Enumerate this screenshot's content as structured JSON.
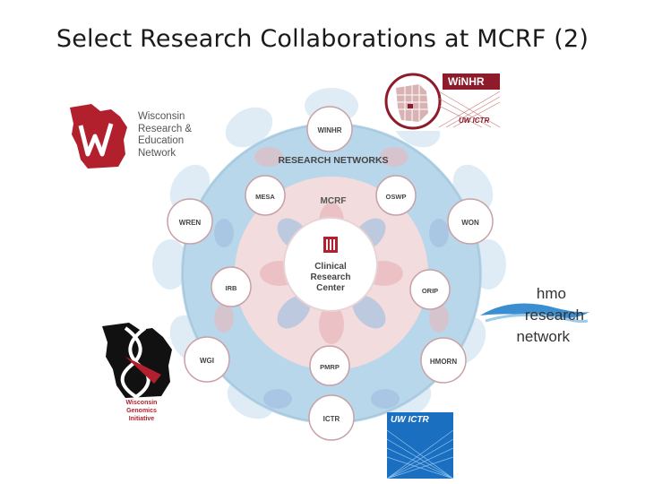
{
  "slide": {
    "title": "Select Research Collaborations at MCRF (2)"
  },
  "diagram": {
    "ring_label": "RESEARCH NETWORKS",
    "inner_label": "MCRF",
    "center_label": [
      "Clinical",
      "Research",
      "Center"
    ],
    "outer_nodes": [
      "WINHR",
      "WON",
      "HMORN",
      "ICTR",
      "WGI",
      "WREN"
    ],
    "inner_nodes": [
      "OSWP",
      "ORIP",
      "PMRP",
      "IRB",
      "MESA"
    ],
    "colors": {
      "outer_ring": "#b9d7ea",
      "inner_disk": "#f3dcdd",
      "node_border": "#c8a1a6",
      "text": "#444444",
      "accent_red": "#b21f2d"
    }
  },
  "logos": {
    "wren": {
      "lines": [
        "Wisconsin",
        "Research &",
        "Education",
        "Network"
      ]
    },
    "winhr": {
      "name": "WiNHR",
      "sub": "UW ICTR"
    },
    "hmo": {
      "lines": [
        "hmo",
        "research",
        "network"
      ]
    },
    "wgi": {
      "lines": [
        "Wisconsin",
        "Genomics",
        "Initiative"
      ]
    },
    "uwictr": {
      "name": "UW ICTR"
    }
  }
}
